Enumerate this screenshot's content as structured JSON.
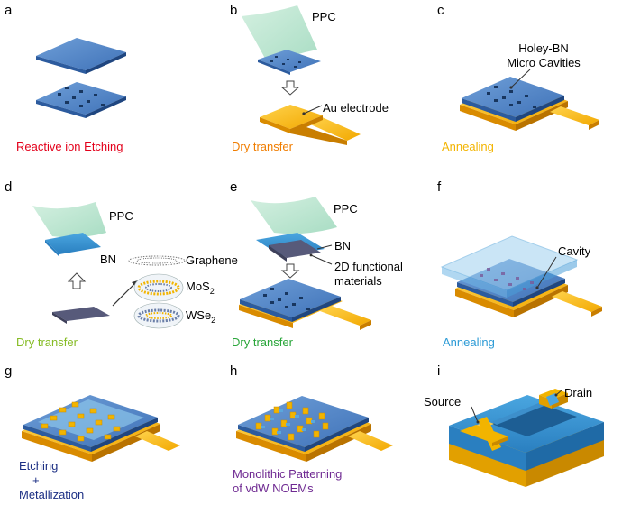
{
  "panels": {
    "a": {
      "letter": "a",
      "caption": "Reactive ion Etching"
    },
    "b": {
      "letter": "b",
      "caption": "Dry transfer",
      "ppc": "PPC",
      "electrode": "Au electrode"
    },
    "c": {
      "letter": "c",
      "caption": "Annealing",
      "label_line1": "Holey-BN",
      "label_line2": "Micro Cavities"
    },
    "d": {
      "letter": "d",
      "caption": "Dry transfer",
      "ppc": "PPC",
      "bn": "BN",
      "graphene": "Graphene",
      "mos2": "MoS",
      "mos2_sub": "2",
      "wse2": "WSe",
      "wse2_sub": "2"
    },
    "e": {
      "letter": "e",
      "caption": "Dry transfer",
      "ppc": "PPC",
      "bn": "BN",
      "functional_line1": "2D functional",
      "functional_line2": "materials"
    },
    "f": {
      "letter": "f",
      "caption": "Annealing",
      "cavity": "Cavity"
    },
    "g": {
      "letter": "g",
      "caption_line1": "Etching",
      "caption_line2": "+",
      "caption_line3": "Metallization"
    },
    "h": {
      "letter": "h",
      "caption_line1": "Monolithic Patterning",
      "caption_line2": "of vdW NOEMs"
    },
    "i": {
      "letter": "i",
      "source": "Source",
      "drain": "Drain"
    }
  },
  "colors": {
    "red": "#e3001b",
    "orange": "#f07d00",
    "yellow": "#f3b400",
    "lime": "#86bc25",
    "green": "#2aa63a",
    "cyan": "#2d9bd6",
    "navy": "#1c2f84",
    "purple": "#6f2a92"
  }
}
